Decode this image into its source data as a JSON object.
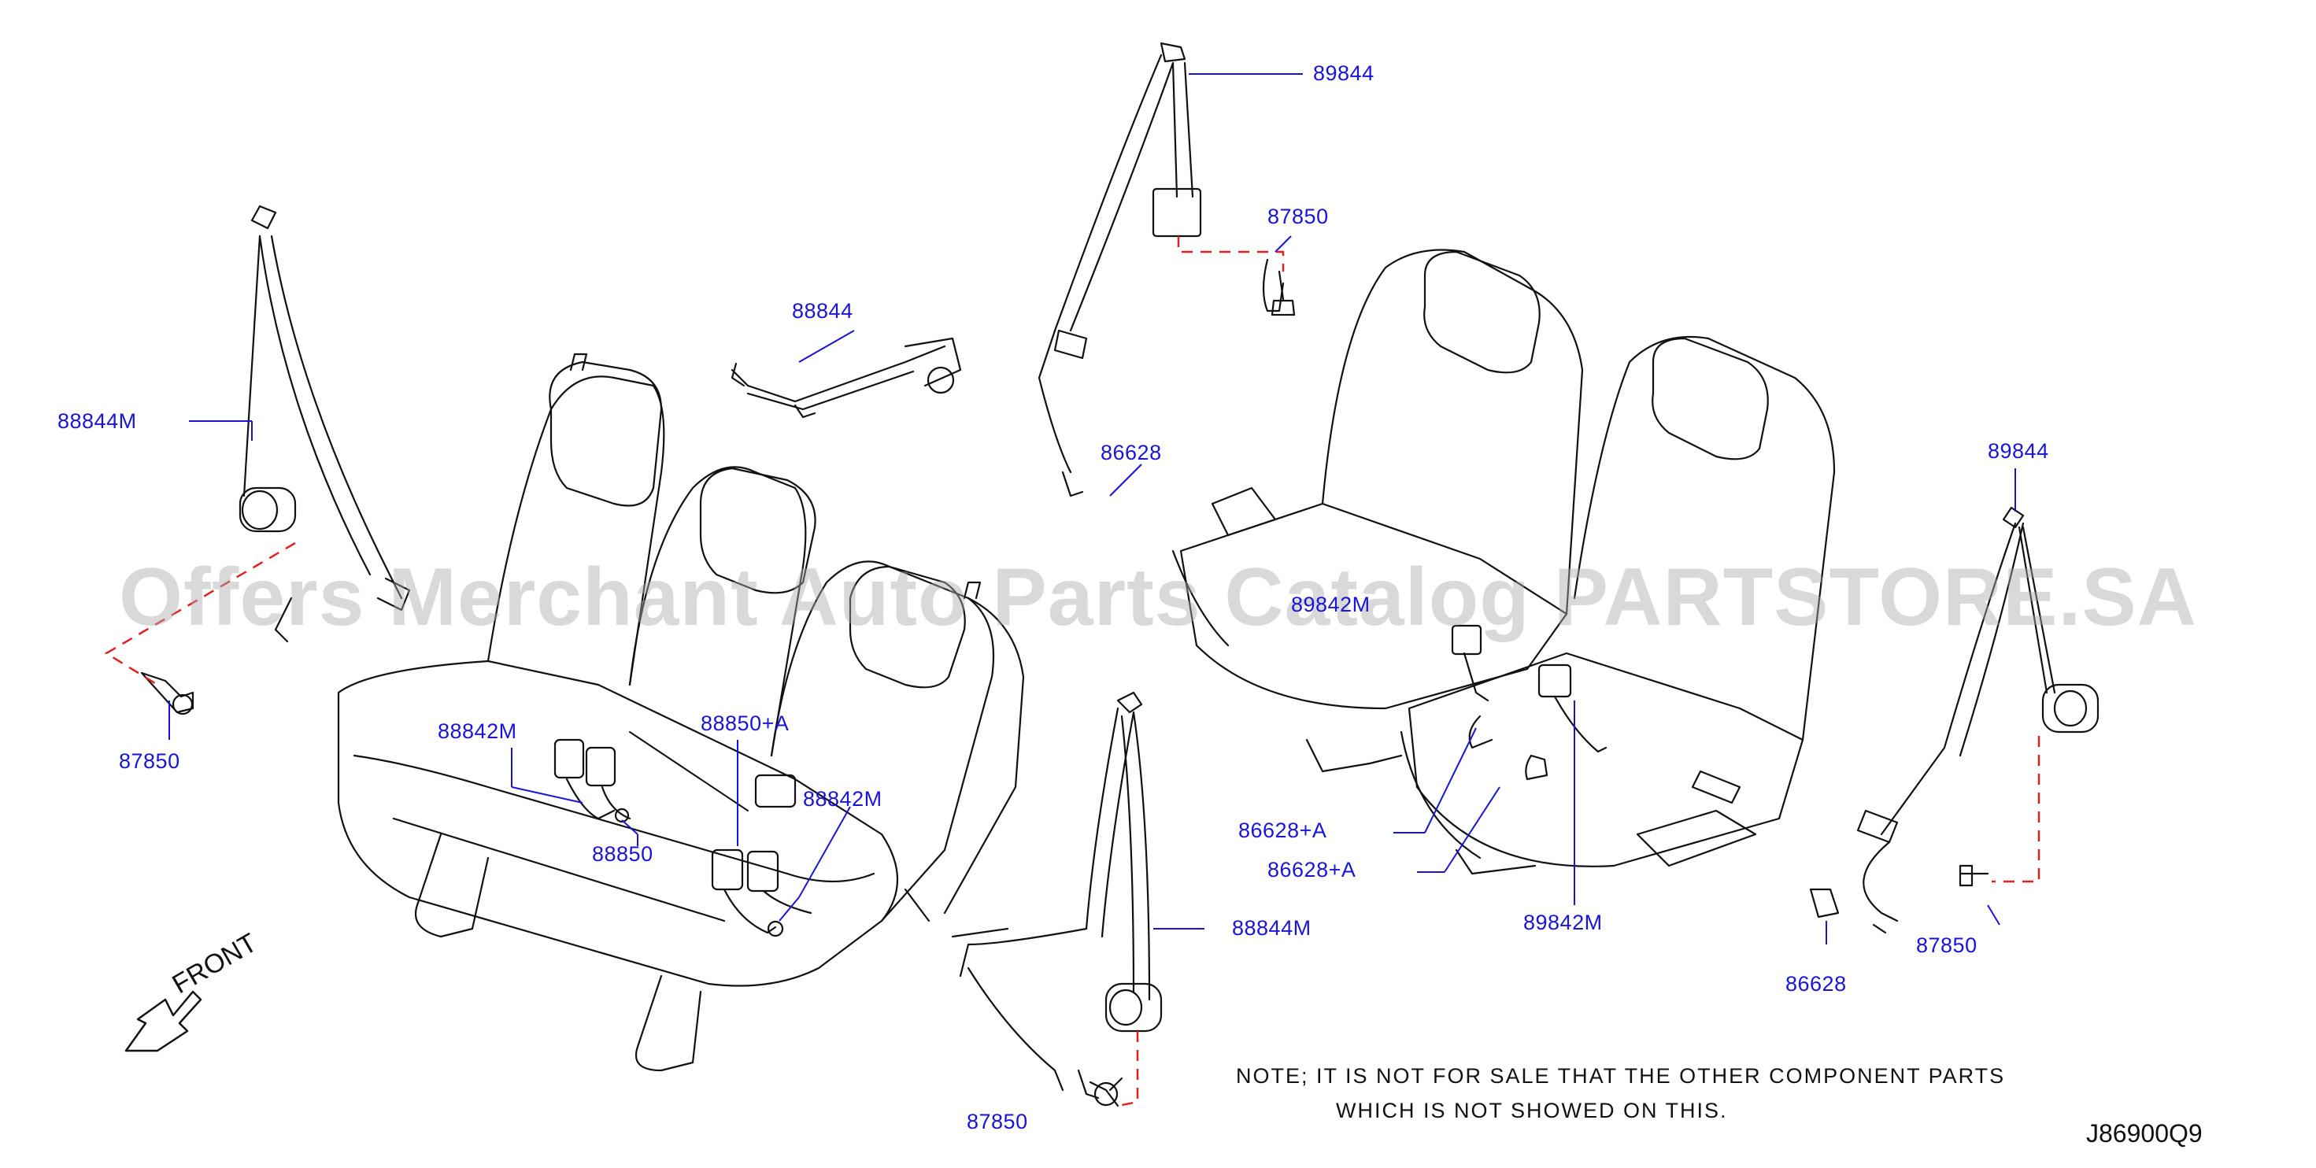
{
  "labels": {
    "l_89844_top": "89844",
    "l_87850_top": "87850",
    "l_88844": "88844",
    "l_88844M_left": "88844M",
    "l_86628_mid": "86628",
    "l_89844_right": "89844",
    "l_87850_left": "87850",
    "l_88842M_a": "88842M",
    "l_88850A": "88850+A",
    "l_88842M_b": "88842M",
    "l_88850": "88850",
    "l_86628A_1": "86628+A",
    "l_86628A_2": "86628+A",
    "l_89842M": "89842M",
    "l_88844M_bottom": "88844M",
    "l_87850_bottom": "87850",
    "l_87850_right": "87850",
    "l_86628_right": "86628",
    "l_89842M_seat": "89842M"
  },
  "note": {
    "line1": "NOTE; IT IS NOT FOR SALE THAT THE OTHER COMPONENT PARTS",
    "line2": "WHICH IS NOT SHOWED ON THIS."
  },
  "diagram_code": "J86900Q9",
  "front_label": "FRONT",
  "watermark": "Offers Merchant Auto Parts Catalog PARTSTORE.SA",
  "colors": {
    "label": "#1a14d8",
    "leader": "#1a14d8",
    "dashed": "#e02020",
    "line_art": "#111111",
    "watermark": "#aaaaaa"
  }
}
